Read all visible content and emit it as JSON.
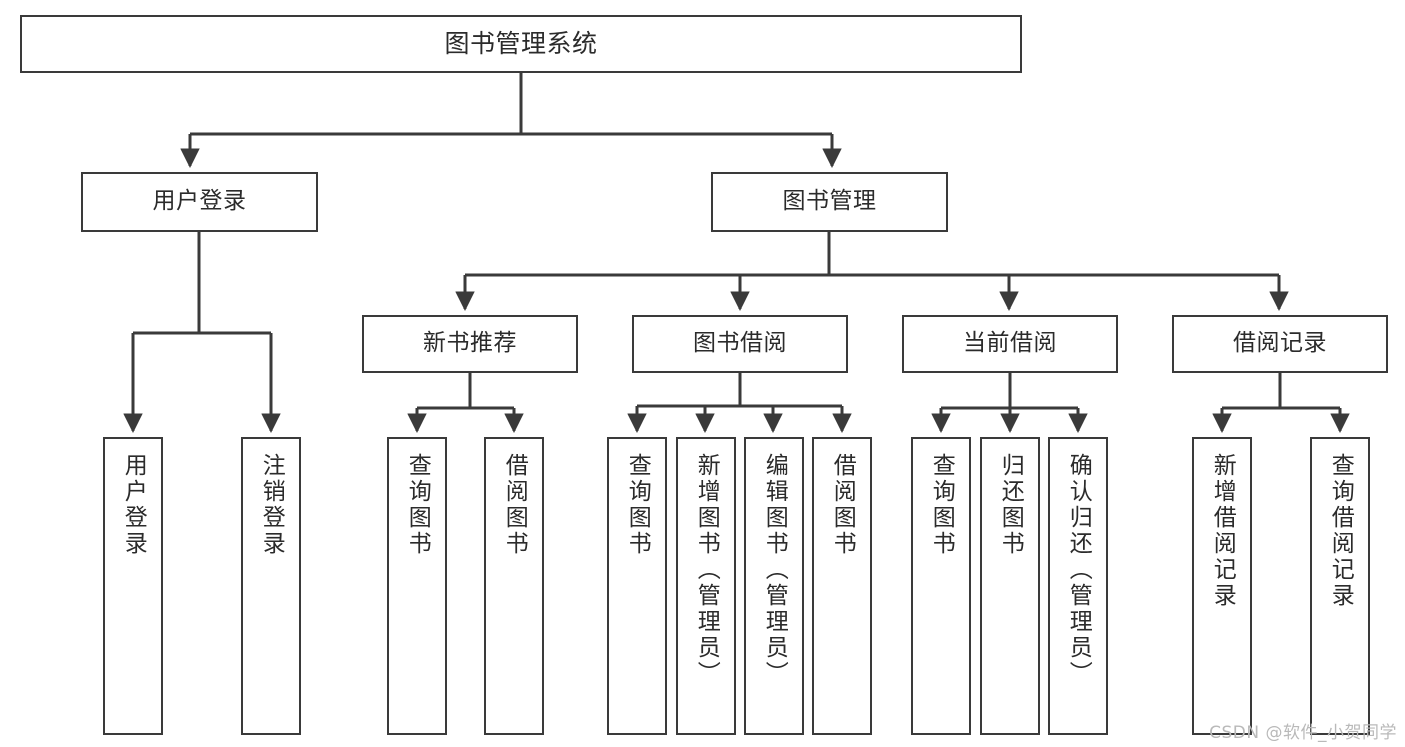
{
  "diagram": {
    "type": "tree",
    "title": "图书管理系统",
    "orientation": "top-down",
    "colors": {
      "node_border": "#3a3a3a",
      "node_fill": "#ffffff",
      "edge": "#3a3a3a",
      "text": "#2b2b2b",
      "watermark": "#b9b9b9",
      "background": "#ffffff"
    },
    "watermark": "CSDN @软件_小贺同学",
    "nodes": {
      "root": {
        "label": "图书管理系统"
      },
      "level1": [
        {
          "id": "user-login",
          "label": "用户登录"
        },
        {
          "id": "book-manage",
          "label": "图书管理"
        }
      ],
      "level2": [
        {
          "id": "new-book-recommend",
          "label": "新书推荐"
        },
        {
          "id": "book-borrow",
          "label": "图书借阅"
        },
        {
          "id": "current-borrow",
          "label": "当前借阅"
        },
        {
          "id": "borrow-record",
          "label": "借阅记录"
        }
      ],
      "leaves": {
        "user-login": [
          {
            "id": "leaf-user-login",
            "label": "用户登录"
          },
          {
            "id": "leaf-logout-login",
            "label": "注销登录"
          }
        ],
        "new-book-recommend": [
          {
            "id": "leaf-query-book-1",
            "label": "查询图书"
          },
          {
            "id": "leaf-borrow-book-1",
            "label": "借阅图书"
          }
        ],
        "book-borrow": [
          {
            "id": "leaf-query-book-2",
            "label": "查询图书"
          },
          {
            "id": "leaf-add-book",
            "label": "新增图书（管理员）"
          },
          {
            "id": "leaf-edit-book",
            "label": "编辑图书（管理员）"
          },
          {
            "id": "leaf-borrow-book-2",
            "label": "借阅图书"
          }
        ],
        "current-borrow": [
          {
            "id": "leaf-query-book-3",
            "label": "查询图书"
          },
          {
            "id": "leaf-return-book",
            "label": "归还图书"
          },
          {
            "id": "leaf-confirm-return",
            "label": "确认归还（管理员）"
          }
        ],
        "borrow-record": [
          {
            "id": "leaf-add-record",
            "label": "新增借阅记录"
          },
          {
            "id": "leaf-query-record",
            "label": "查询借阅记录"
          }
        ]
      }
    }
  }
}
